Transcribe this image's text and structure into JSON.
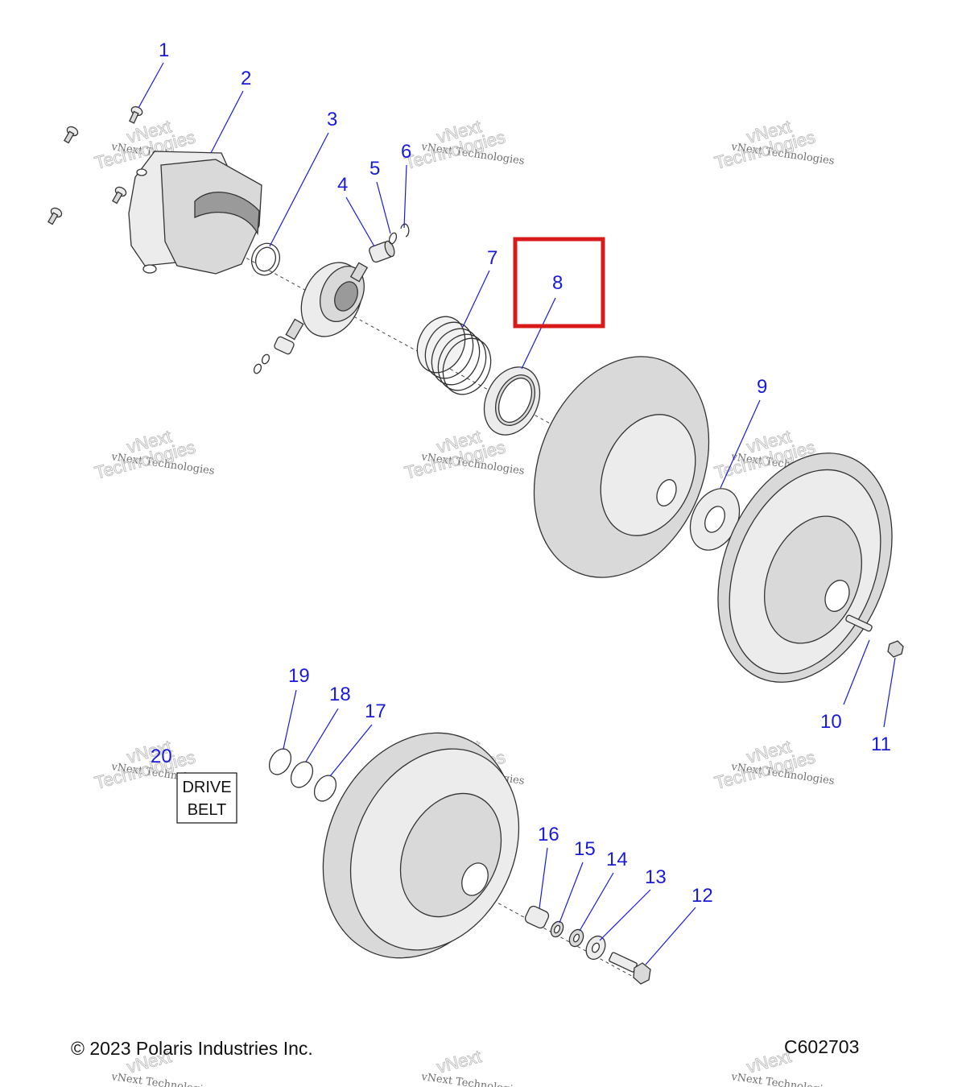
{
  "watermark": {
    "line1": "vNext Technologies",
    "line2": "Technologies",
    "line3": "vNext"
  },
  "callouts": {
    "c1": "1",
    "c2": "2",
    "c3": "3",
    "c4": "4",
    "c5": "5",
    "c6": "6",
    "c7": "7",
    "c8": "8",
    "c9": "9",
    "c10": "10",
    "c11": "11",
    "c12": "12",
    "c13": "13",
    "c14": "14",
    "c15": "15",
    "c16": "16",
    "c17": "17",
    "c18": "18",
    "c19": "19",
    "c20": "20"
  },
  "drive_belt": {
    "line1": "DRIVE",
    "line2": "BELT"
  },
  "footer": {
    "copyright": "© 2023 Polaris Industries Inc.",
    "diagram_code": "C602703"
  },
  "colors": {
    "callout": "#1a1adb",
    "highlight": "#d91a1a"
  },
  "highlighted_part": "8"
}
